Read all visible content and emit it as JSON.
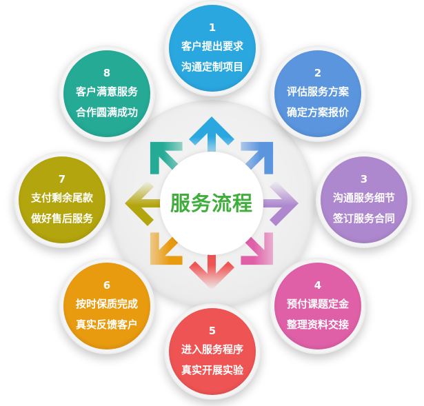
{
  "center": {
    "title": "服务流程",
    "color": "#3fae3a"
  },
  "steps": [
    {
      "number": "1",
      "line1": "客户提出要求",
      "line2": "沟通定制项目",
      "color": "#2ba7e0"
    },
    {
      "number": "2",
      "line1": "评估服务方案",
      "line2": "确定方案报价",
      "color": "#5b95de"
    },
    {
      "number": "3",
      "line1": "沟通服务细节",
      "line2": "签订服务合同",
      "color": "#ae88cf"
    },
    {
      "number": "4",
      "line1": "预付课题定金",
      "line2": "整理资料交接",
      "color": "#e060a8"
    },
    {
      "number": "5",
      "line1": "进入服务程序",
      "line2": "真实开展实验",
      "color": "#ef5454"
    },
    {
      "number": "6",
      "line1": "按时保质完成",
      "line2": "真实反馈客户",
      "color": "#e99b10"
    },
    {
      "number": "7",
      "line1": "支付剩余尾款",
      "line2": "做好售后服务",
      "color": "#b3a50d"
    },
    {
      "number": "8",
      "line1": "客户满意服务",
      "line2": "合作圆满成功",
      "color": "#25aa96"
    }
  ],
  "arrows": [
    {
      "direction": "up",
      "color": "#2ba7e0"
    },
    {
      "direction": "up-right",
      "color": "#5b95de"
    },
    {
      "direction": "right",
      "color": "#ae88cf"
    },
    {
      "direction": "down-right",
      "color": "#e060a8"
    },
    {
      "direction": "down",
      "color": "#ef5454"
    },
    {
      "direction": "down-left",
      "color": "#e99b10"
    },
    {
      "direction": "left",
      "color": "#b3a50d"
    },
    {
      "direction": "up-left",
      "color": "#25aa96"
    }
  ]
}
